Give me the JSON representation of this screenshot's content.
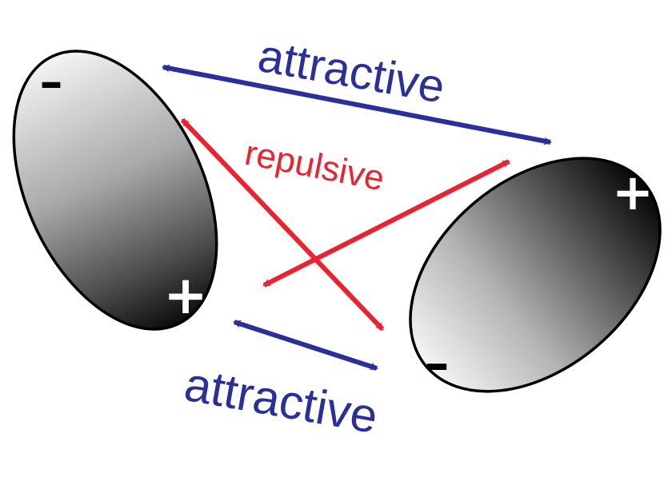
{
  "labels": {
    "attractive_top": "attractive",
    "repulsive": "repulsive",
    "attractive_bottom": "attractive"
  },
  "molecule_left": {
    "top_charge": "–",
    "bottom_charge": "+"
  },
  "molecule_right": {
    "top_charge": "+",
    "bottom_charge": "–"
  },
  "colors": {
    "attractive": "#2b2f9a",
    "repulsive": "#ea2330",
    "outline": "#000000",
    "charge_dark": "#000000",
    "charge_light": "#ffffff"
  }
}
